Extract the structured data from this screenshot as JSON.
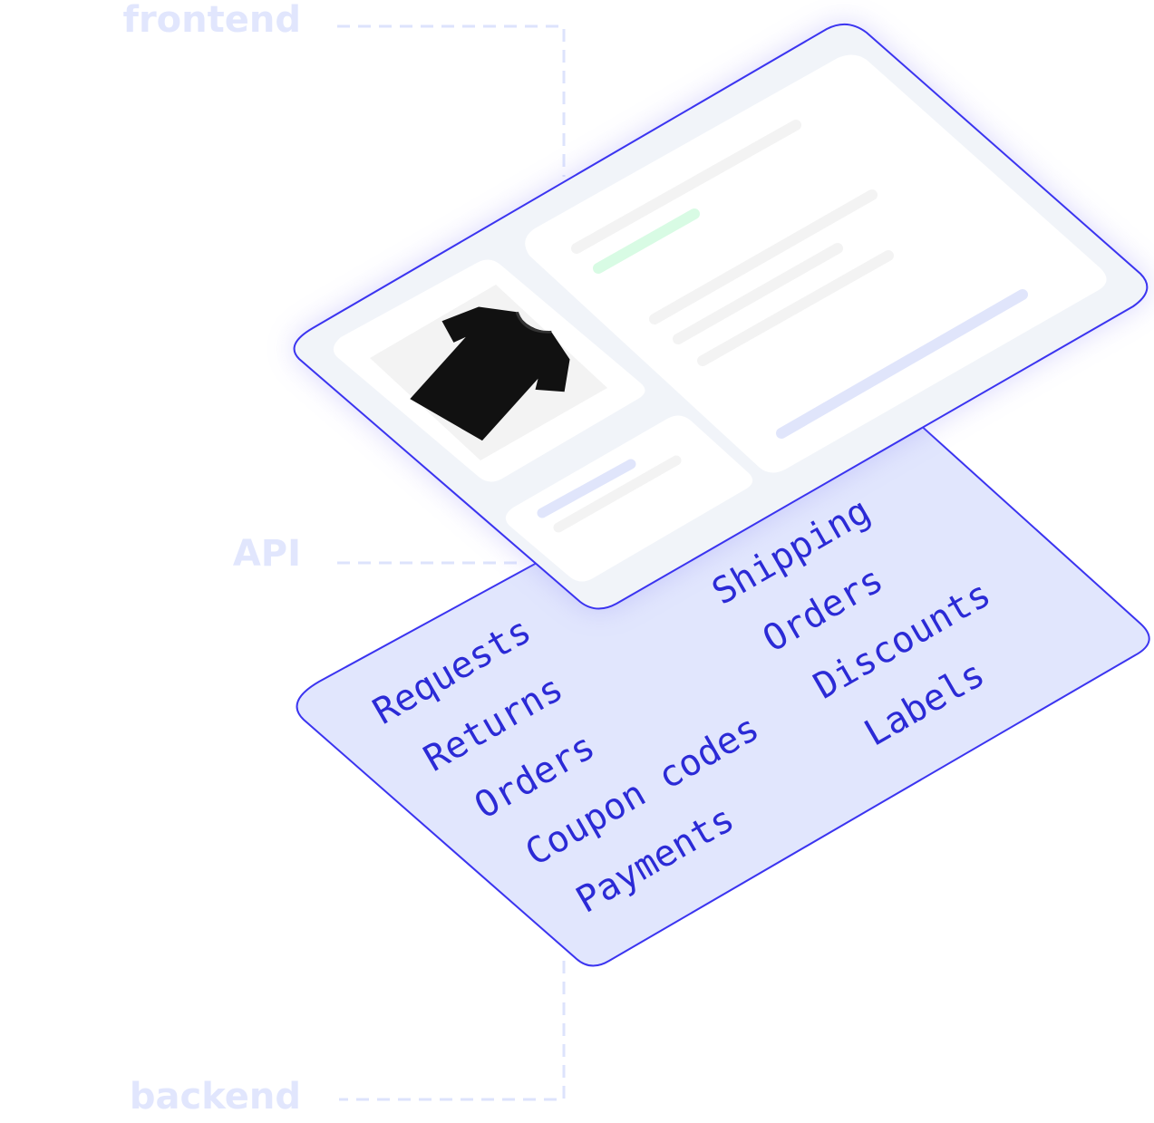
{
  "layers": {
    "frontend": "frontend",
    "api": "API",
    "backend": "backend"
  },
  "backend_items": {
    "left_column": [
      "Requests",
      "Returns",
      "Orders",
      "Coupon codes",
      "Payments"
    ],
    "right_column": [
      "Shipping",
      "Orders",
      "Discounts",
      "Labels"
    ]
  },
  "product": {
    "image": "black-tshirt-icon"
  },
  "colors": {
    "label": "#e1e6fd",
    "connector": "#dde3fc",
    "outline": "#3b34f0",
    "backend_fill": "#e1e6fd",
    "backend_text": "#2b2ad6",
    "panel_fill": "#f1f4f9",
    "card_fill": "#ffffff",
    "skeleton_gray": "#f3f3f3",
    "skeleton_green": "#d8fbe4",
    "skeleton_blue": "#e0e5fb"
  }
}
